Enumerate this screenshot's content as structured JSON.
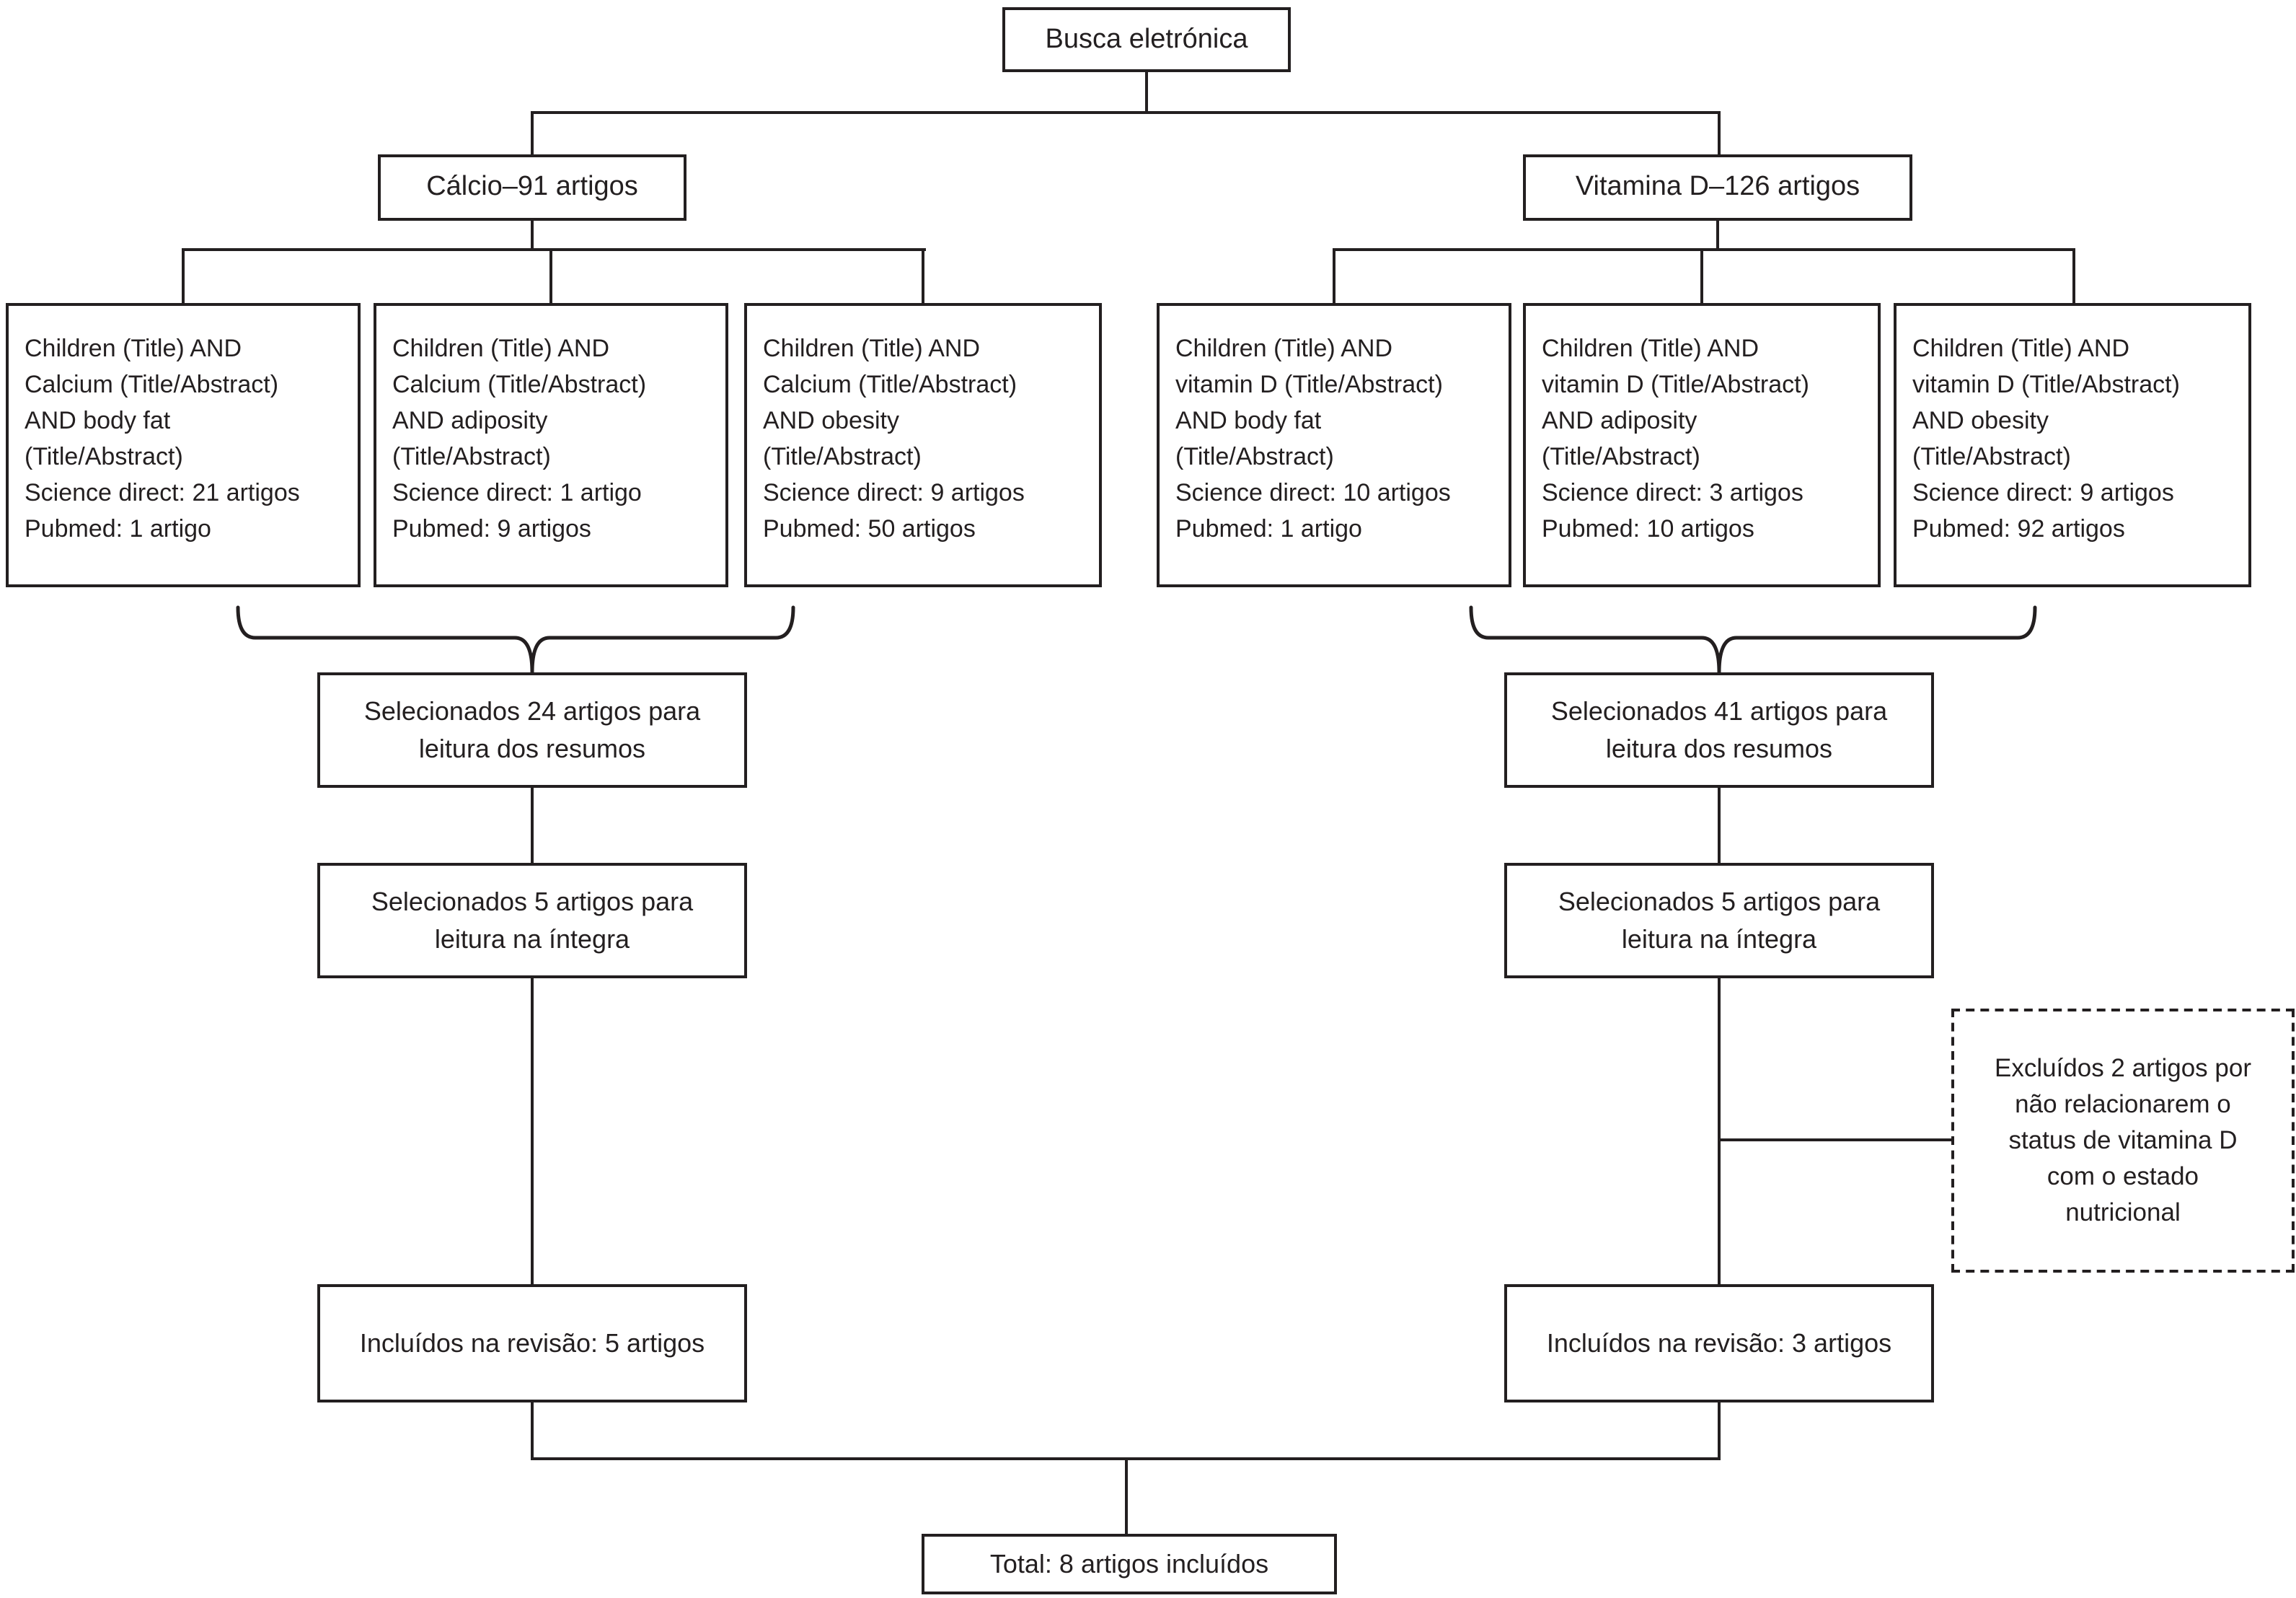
{
  "root": {
    "label": "Busca eletrónica"
  },
  "branches": [
    {
      "label": "Cálcio–91 artigos",
      "searches": [
        {
          "query": "Children (Title) AND\nCalcium (Title/Abstract)\nAND body fat\n(Title/Abstract)",
          "science_direct": "Science direct: 21 artigos",
          "pubmed": "Pubmed: 1 artigo"
        },
        {
          "query": "Children (Title) AND\nCalcium (Title/Abstract)\nAND adiposity\n(Title/Abstract)",
          "science_direct": "Science direct: 1 artigo",
          "pubmed": "Pubmed: 9 artigos"
        },
        {
          "query": "Children (Title) AND\nCalcium (Title/Abstract)\nAND obesity\n(Title/Abstract)",
          "science_direct": "Science direct: 9 artigos",
          "pubmed": "Pubmed: 50 artigos"
        }
      ],
      "selected_abstracts": "Selecionados 24 artigos para\nleitura dos resumos",
      "selected_fulltext": "Selecionados 5 artigos para\nleitura na íntegra",
      "included": "Incluídos na revisão: 5 artigos"
    },
    {
      "label": "Vitamina D–126 artigos",
      "searches": [
        {
          "query": "Children (Title) AND\nvitamin D (Title/Abstract)\nAND body fat\n(Title/Abstract)",
          "science_direct": "Science direct: 10 artigos",
          "pubmed": "Pubmed: 1 artigo"
        },
        {
          "query": "Children (Title) AND\nvitamin D (Title/Abstract)\nAND adiposity\n(Title/Abstract)",
          "science_direct": "Science direct: 3 artigos",
          "pubmed": "Pubmed: 10 artigos"
        },
        {
          "query": "Children (Title) AND\nvitamin D (Title/Abstract)\nAND obesity\n(Title/Abstract)",
          "science_direct": "Science direct: 9 artigos",
          "pubmed": "Pubmed: 92 artigos"
        }
      ],
      "selected_abstracts": "Selecionados 41 artigos para\nleitura dos resumos",
      "selected_fulltext": "Selecionados 5 artigos para\nleitura na íntegra",
      "excluded_note": "Excluídos 2 artigos por\nnão relacionarem o\nstatus de vitamina D\ncom o estado\nnutricional",
      "included": "Incluídos na revisão: 3 artigos"
    }
  ],
  "total": {
    "label": "Total: 8 artigos incluídos"
  },
  "colors": {
    "line": "#231f20",
    "background": "#ffffff"
  }
}
